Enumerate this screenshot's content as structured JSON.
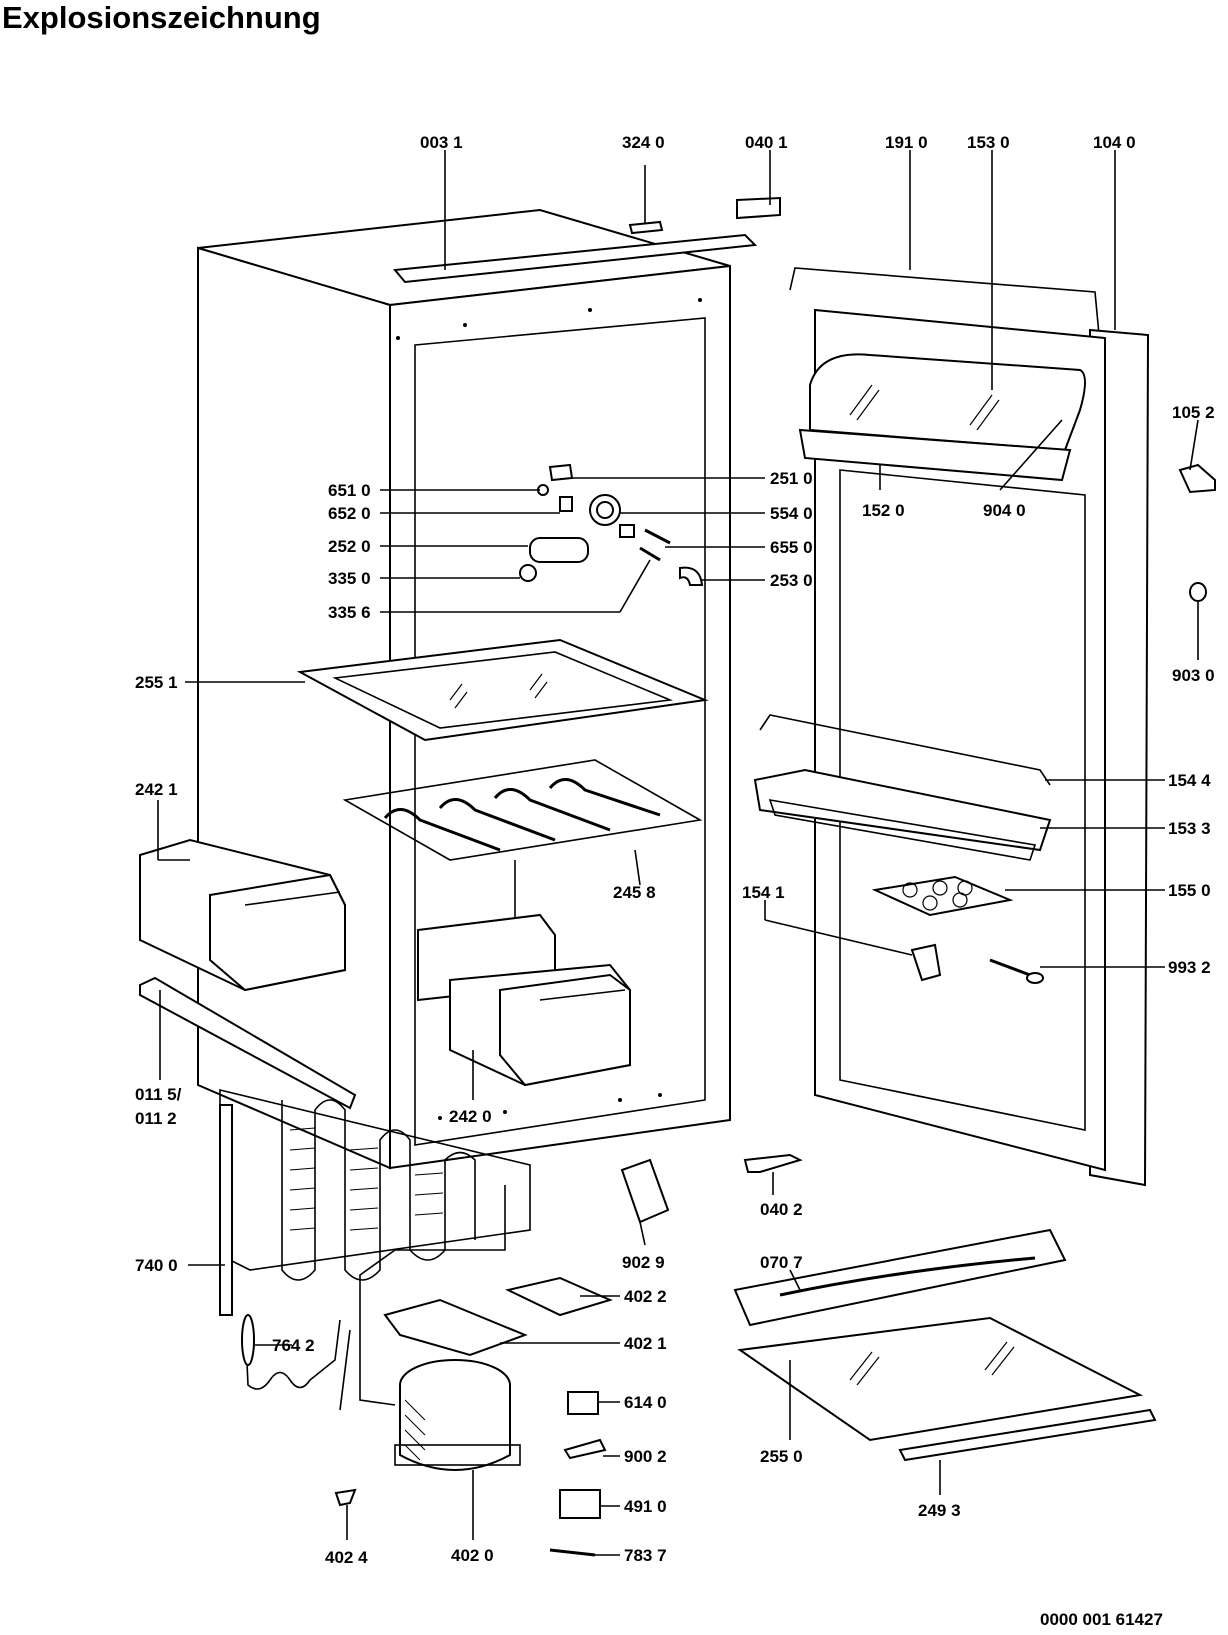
{
  "title": "Explosionszeichnung",
  "document_number": "0000 001 61427",
  "part_labels": [
    {
      "id": "003-1",
      "text": "003 1"
    },
    {
      "id": "324-0",
      "text": "324 0"
    },
    {
      "id": "040-1",
      "text": "040 1"
    },
    {
      "id": "191-0",
      "text": "191 0"
    },
    {
      "id": "153-0",
      "text": "153 0"
    },
    {
      "id": "104-0",
      "text": "104 0"
    },
    {
      "id": "105-2",
      "text": "105 2"
    },
    {
      "id": "651-0",
      "text": "651 0"
    },
    {
      "id": "652-0",
      "text": "652 0"
    },
    {
      "id": "252-0",
      "text": "252 0"
    },
    {
      "id": "335-0",
      "text": "335 0"
    },
    {
      "id": "335-6",
      "text": "335 6"
    },
    {
      "id": "251-0",
      "text": "251 0"
    },
    {
      "id": "554-0",
      "text": "554 0"
    },
    {
      "id": "655-0",
      "text": "655 0"
    },
    {
      "id": "253-0",
      "text": "253 0"
    },
    {
      "id": "152-0",
      "text": "152 0"
    },
    {
      "id": "904-0",
      "text": "904 0"
    },
    {
      "id": "903-0",
      "text": "903 0"
    },
    {
      "id": "255-1",
      "text": "255 1"
    },
    {
      "id": "154-4",
      "text": "154 4"
    },
    {
      "id": "153-3",
      "text": "153 3"
    },
    {
      "id": "242-1",
      "text": "242 1"
    },
    {
      "id": "245-8",
      "text": "245 8"
    },
    {
      "id": "154-1",
      "text": "154 1"
    },
    {
      "id": "155-0",
      "text": "155 0"
    },
    {
      "id": "993-2",
      "text": "993 2"
    },
    {
      "id": "011-5",
      "text": "011 5/"
    },
    {
      "id": "011-2",
      "text": "011 2"
    },
    {
      "id": "242-0",
      "text": "242 0"
    },
    {
      "id": "040-2",
      "text": "040 2"
    },
    {
      "id": "740-0",
      "text": "740 0"
    },
    {
      "id": "902-9",
      "text": "902 9"
    },
    {
      "id": "070-7",
      "text": "070 7"
    },
    {
      "id": "402-2",
      "text": "402 2"
    },
    {
      "id": "764-2",
      "text": "764 2"
    },
    {
      "id": "402-1",
      "text": "402 1"
    },
    {
      "id": "614-0",
      "text": "614 0"
    },
    {
      "id": "255-0",
      "text": "255 0"
    },
    {
      "id": "900-2",
      "text": "900 2"
    },
    {
      "id": "491-0",
      "text": "491 0"
    },
    {
      "id": "249-3",
      "text": "249 3"
    },
    {
      "id": "783-7",
      "text": "783 7"
    },
    {
      "id": "402-4",
      "text": "402 4"
    },
    {
      "id": "402-0",
      "text": "402 0"
    }
  ]
}
